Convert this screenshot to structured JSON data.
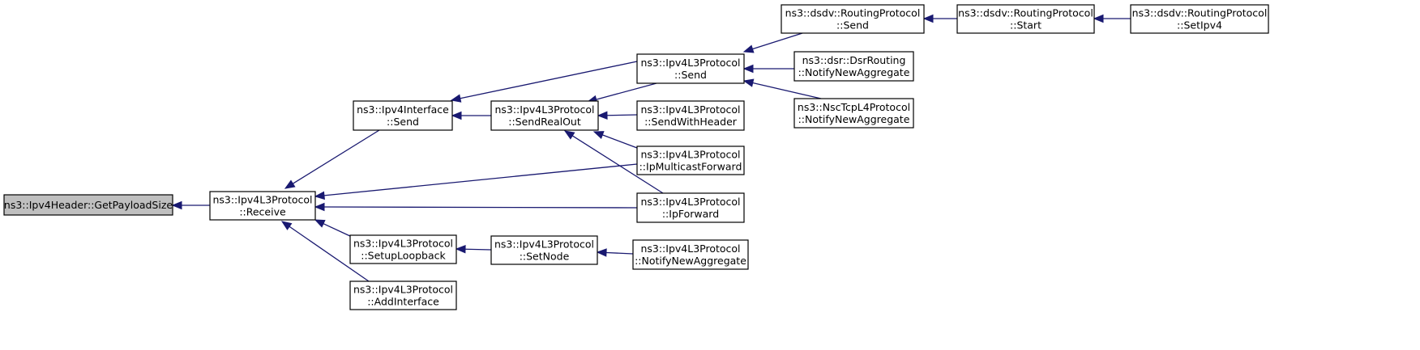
{
  "diagram": {
    "nodes": [
      {
        "id": "root",
        "lines": [
          "ns3::Ipv4Header::GetPayloadSize"
        ]
      },
      {
        "id": "receive",
        "lines": [
          "ns3::Ipv4L3Protocol",
          "::Receive"
        ]
      },
      {
        "id": "iface-send",
        "lines": [
          "ns3::Ipv4Interface",
          "::Send"
        ]
      },
      {
        "id": "setup-loopback",
        "lines": [
          "ns3::Ipv4L3Protocol",
          "::SetupLoopback"
        ]
      },
      {
        "id": "add-interface",
        "lines": [
          "ns3::Ipv4L3Protocol",
          "::AddInterface"
        ]
      },
      {
        "id": "send-real-out",
        "lines": [
          "ns3::Ipv4L3Protocol",
          "::SendRealOut"
        ]
      },
      {
        "id": "set-node",
        "lines": [
          "ns3::Ipv4L3Protocol",
          "::SetNode"
        ]
      },
      {
        "id": "l3-send",
        "lines": [
          "ns3::Ipv4L3Protocol",
          "::Send"
        ]
      },
      {
        "id": "send-with-header",
        "lines": [
          "ns3::Ipv4L3Protocol",
          "::SendWithHeader"
        ]
      },
      {
        "id": "ip-multicast-forward",
        "lines": [
          "ns3::Ipv4L3Protocol",
          "::IpMulticastForward"
        ]
      },
      {
        "id": "ip-forward",
        "lines": [
          "ns3::Ipv4L3Protocol",
          "::IpForward"
        ]
      },
      {
        "id": "l3-notify-new-aggregate",
        "lines": [
          "ns3::Ipv4L3Protocol",
          "::NotifyNewAggregate"
        ]
      },
      {
        "id": "dsdv-send",
        "lines": [
          "ns3::dsdv::RoutingProtocol",
          "::Send"
        ]
      },
      {
        "id": "dsr-notify",
        "lines": [
          "ns3::dsr::DsrRouting",
          "::NotifyNewAggregate"
        ]
      },
      {
        "id": "nsc-notify",
        "lines": [
          "ns3::NscTcpL4Protocol",
          "::NotifyNewAggregate"
        ]
      },
      {
        "id": "dsdv-start",
        "lines": [
          "ns3::dsdv::RoutingProtocol",
          "::Start"
        ]
      },
      {
        "id": "dsdv-setipv4",
        "lines": [
          "ns3::dsdv::RoutingProtocol",
          "::SetIpv4"
        ]
      }
    ],
    "edges": [
      {
        "from": "receive",
        "to": "root"
      },
      {
        "from": "iface-send",
        "to": "receive"
      },
      {
        "from": "setup-loopback",
        "to": "receive"
      },
      {
        "from": "add-interface",
        "to": "receive"
      },
      {
        "from": "ip-multicast-forward",
        "to": "receive"
      },
      {
        "from": "ip-forward",
        "to": "receive"
      },
      {
        "from": "send-real-out",
        "to": "iface-send"
      },
      {
        "from": "l3-send",
        "to": "iface-send"
      },
      {
        "from": "set-node",
        "to": "setup-loopback"
      },
      {
        "from": "l3-notify-new-aggregate",
        "to": "set-node"
      },
      {
        "from": "l3-send",
        "to": "send-real-out"
      },
      {
        "from": "send-with-header",
        "to": "send-real-out"
      },
      {
        "from": "ip-multicast-forward",
        "to": "send-real-out"
      },
      {
        "from": "ip-forward",
        "to": "send-real-out"
      },
      {
        "from": "dsdv-send",
        "to": "l3-send"
      },
      {
        "from": "dsr-notify",
        "to": "l3-send"
      },
      {
        "from": "nsc-notify",
        "to": "l3-send"
      },
      {
        "from": "dsdv-start",
        "to": "dsdv-send"
      },
      {
        "from": "dsdv-setipv4",
        "to": "dsdv-start"
      }
    ]
  }
}
